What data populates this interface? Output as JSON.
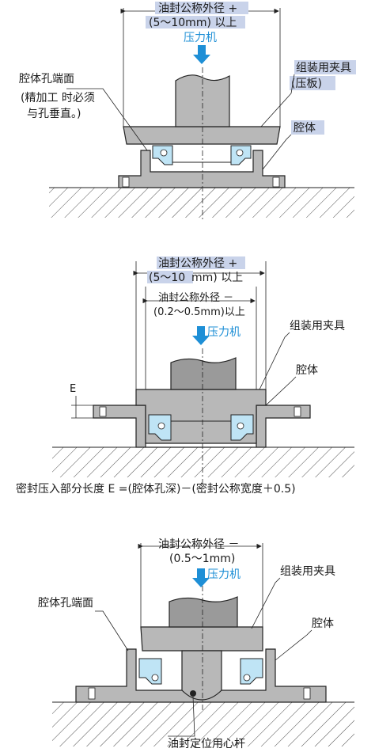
{
  "colors": {
    "accent": "#1e8fd6",
    "highlight": "#c9d3ea",
    "metal": "#b8b8b8",
    "seal": "#bfe4f5"
  },
  "fig1": {
    "dim_line1": "油封公称外径 +",
    "dim_line2": "(5～10mm) 以上",
    "press": "压力机",
    "face_title": "腔体孔端面",
    "face_note1": "(精加工 时必须",
    "face_note2": "与孔垂直。)",
    "jig1": "组装用夹具",
    "jig2": "(压板)",
    "housing": "腔体"
  },
  "fig2": {
    "dim_outer1": "油封公称外径 +",
    "dim_outer2a": "(5～10",
    "dim_outer2b": "mm) 以上",
    "dim_inner1": "油封公称外径 －",
    "dim_inner2": "(0.2～0.5mm)以上",
    "press": "压力机",
    "jig": "组装用夹具",
    "housing": "腔体",
    "e_label": "E",
    "formula": "密封压入部分长度 E =(腔体孔深)－(密封公称宽度＋0.5)"
  },
  "fig3": {
    "dim1": "油封公称外径 －",
    "dim2": "(0.5～1mm)",
    "press": "压力机",
    "jig": "组装用夹具",
    "face": "腔体孔端面",
    "housing": "腔体",
    "mandrel": "油封定位用心杆"
  }
}
